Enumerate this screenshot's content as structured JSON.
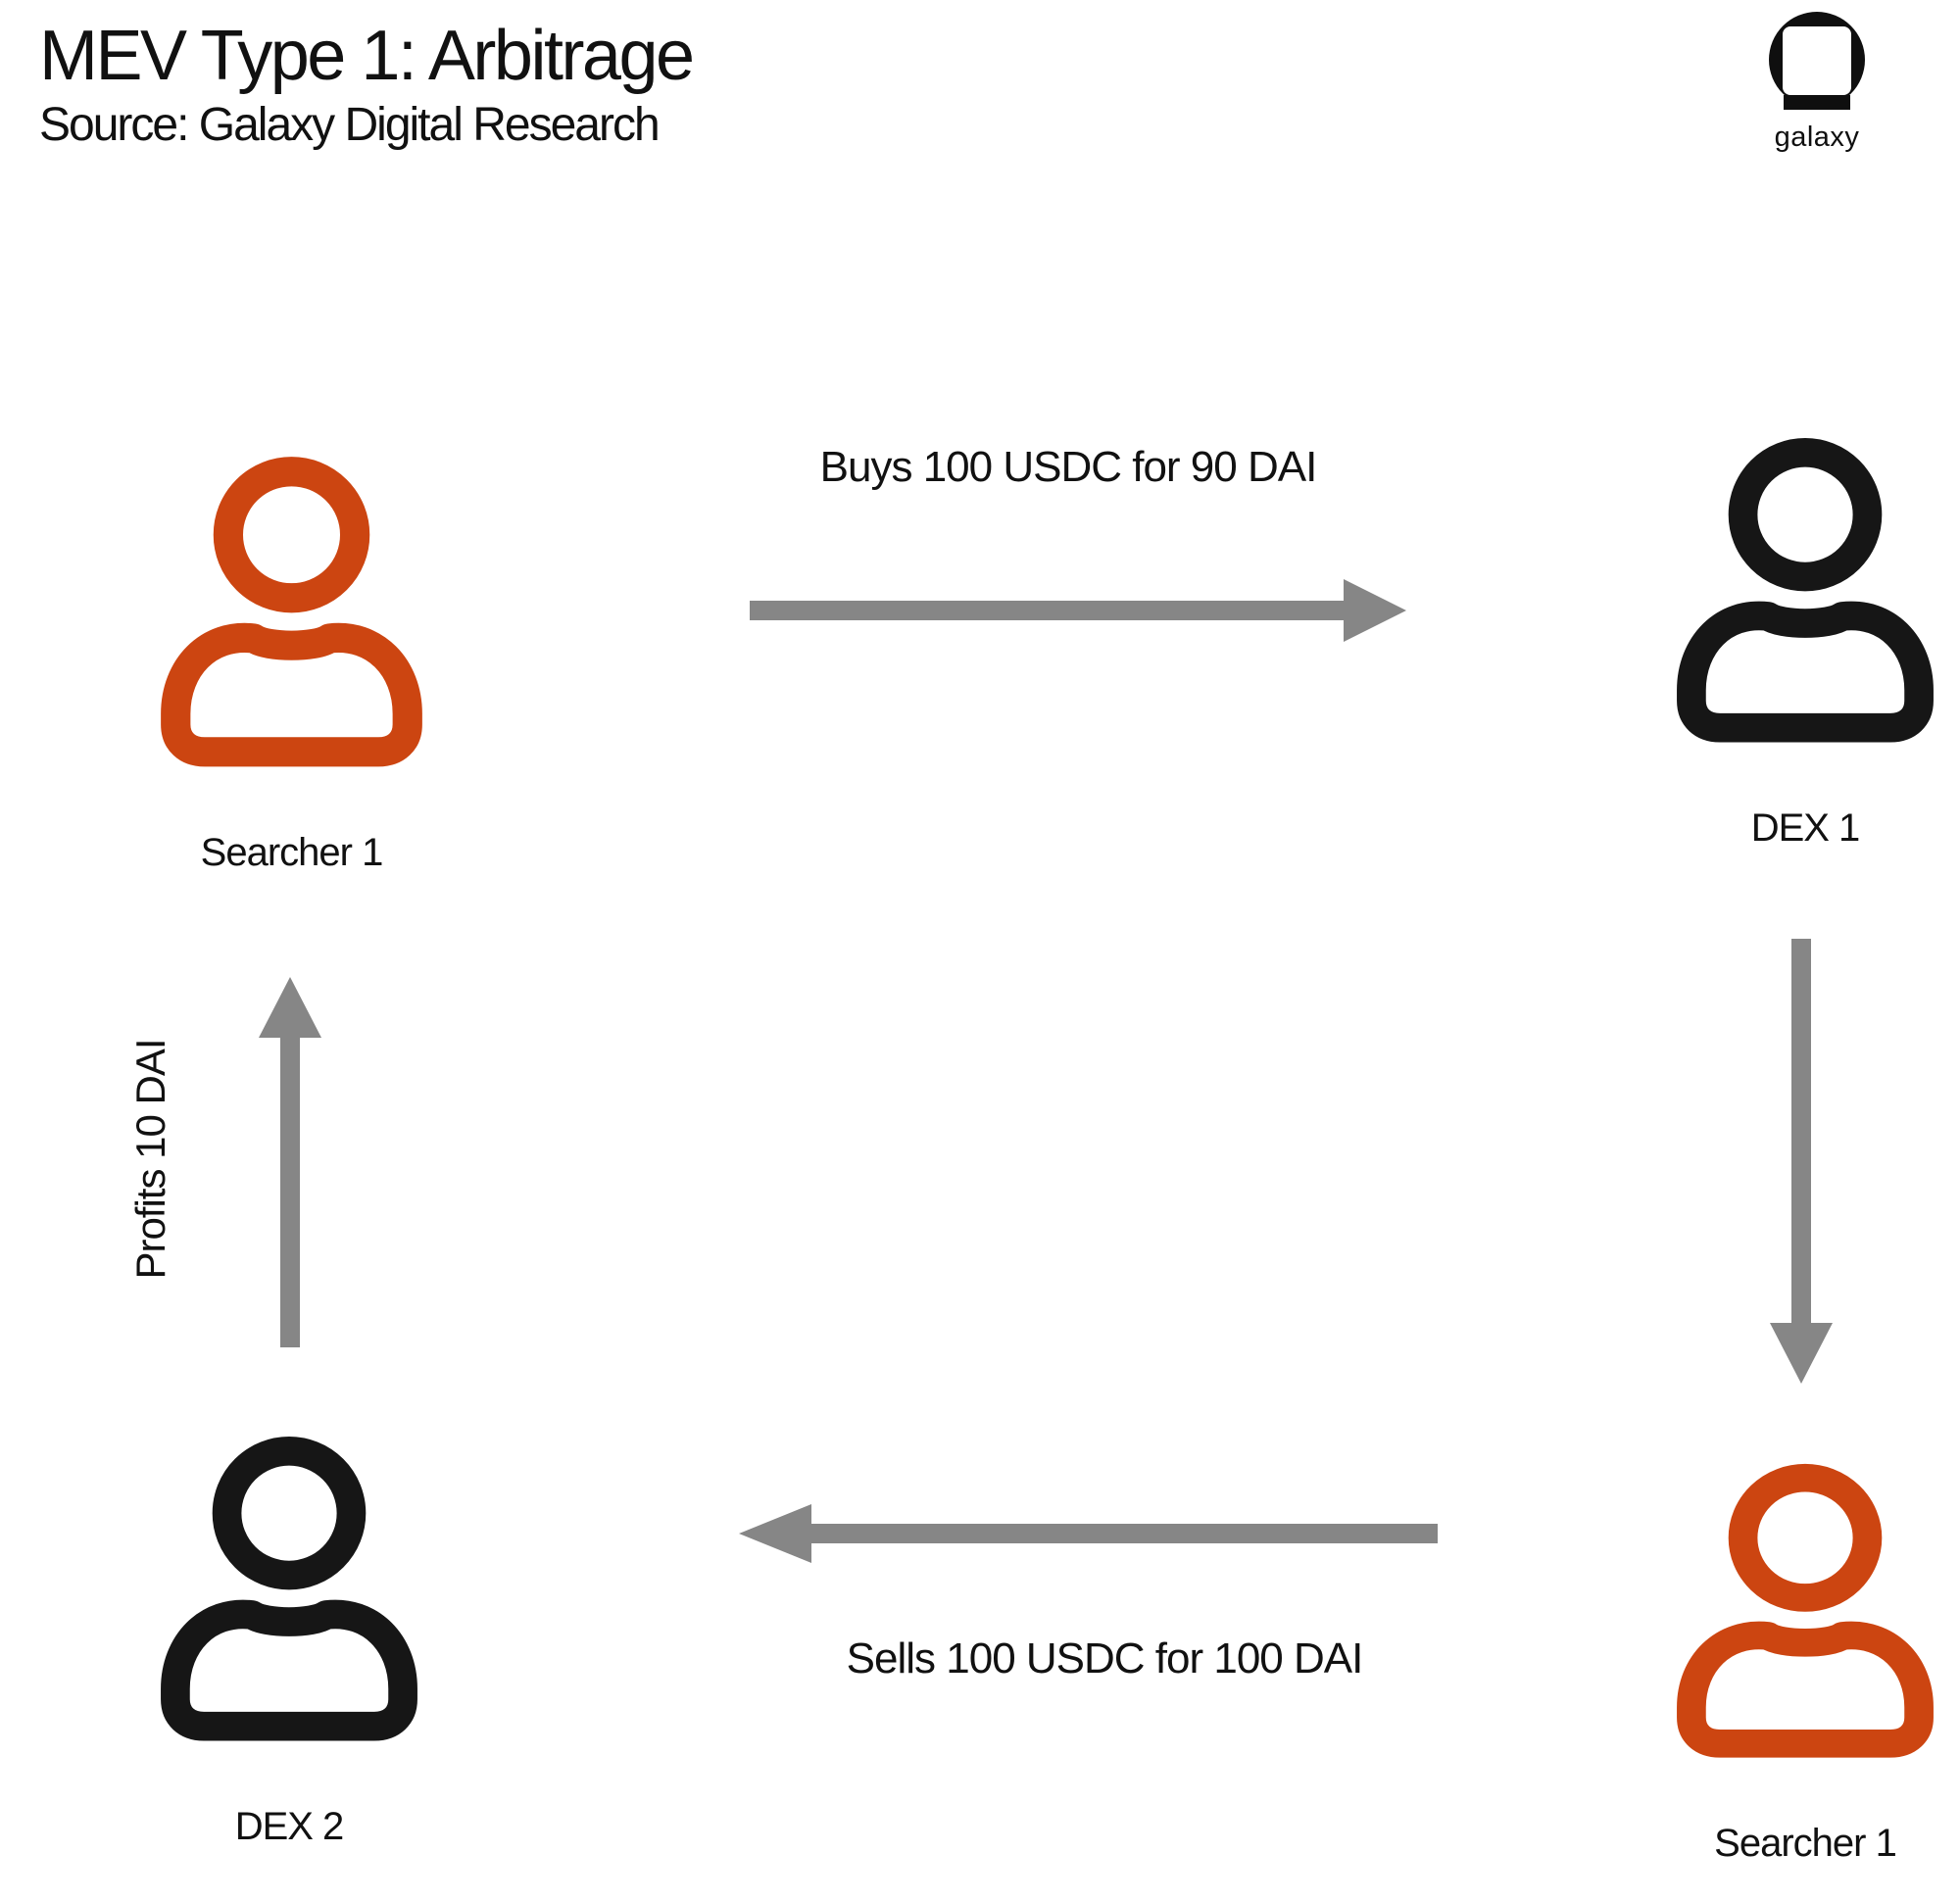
{
  "header": {
    "title": "MEV Type 1: Arbitrage",
    "subtitle": "Source: Galaxy Digital Research"
  },
  "logo": {
    "wordmark": "galaxy"
  },
  "colors": {
    "searcher_accent": "#CC4511",
    "dex_black": "#161616",
    "arrow_gray": "#868686",
    "text_ink": "#111111"
  },
  "nodes": [
    {
      "id": "searcher1-top",
      "label": "Searcher 1",
      "role": "searcher"
    },
    {
      "id": "dex1",
      "label": "DEX 1",
      "role": "dex"
    },
    {
      "id": "searcher1-bottom",
      "label": "Searcher 1",
      "role": "searcher"
    },
    {
      "id": "dex2",
      "label": "DEX 2",
      "role": "dex"
    }
  ],
  "edges": [
    {
      "from": "searcher1-top",
      "to": "dex1",
      "direction": "right",
      "label": "Buys 100 USDC for 90 DAI"
    },
    {
      "from": "dex1",
      "to": "searcher1-bottom",
      "direction": "down",
      "label": ""
    },
    {
      "from": "searcher1-bottom",
      "to": "dex2",
      "direction": "left",
      "label": "Sells 100 USDC for 100 DAI"
    },
    {
      "from": "dex2",
      "to": "searcher1-top",
      "direction": "up",
      "label": "Profits 10 DAI"
    }
  ]
}
